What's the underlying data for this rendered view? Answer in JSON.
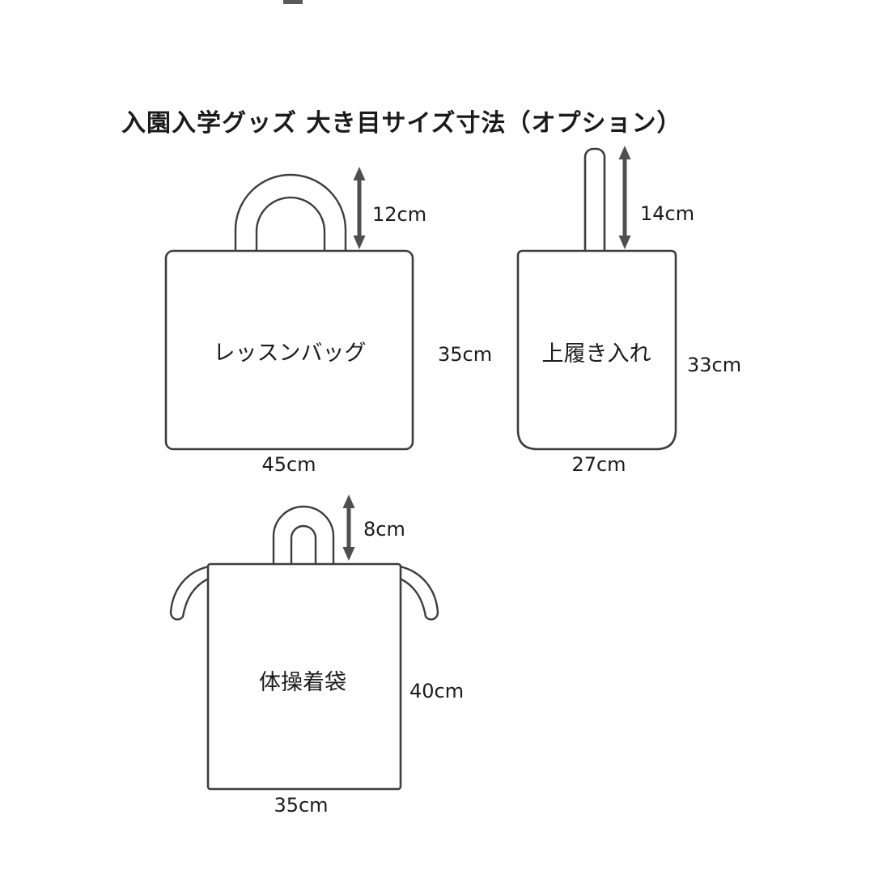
{
  "title": "入園入学グッズ 大き目サイズ寸法（オプション）",
  "bags": {
    "lesson": {
      "name": "レッスンバッグ",
      "handle_height": "12cm",
      "body_height": "35cm",
      "body_width": "45cm"
    },
    "shoes": {
      "name": "上履き入れ",
      "handle_height": "14cm",
      "body_height": "33cm",
      "body_width": "27cm"
    },
    "gym": {
      "name": "体操着袋",
      "handle_height": "8cm",
      "body_height": "40cm",
      "body_width": "35cm"
    }
  }
}
